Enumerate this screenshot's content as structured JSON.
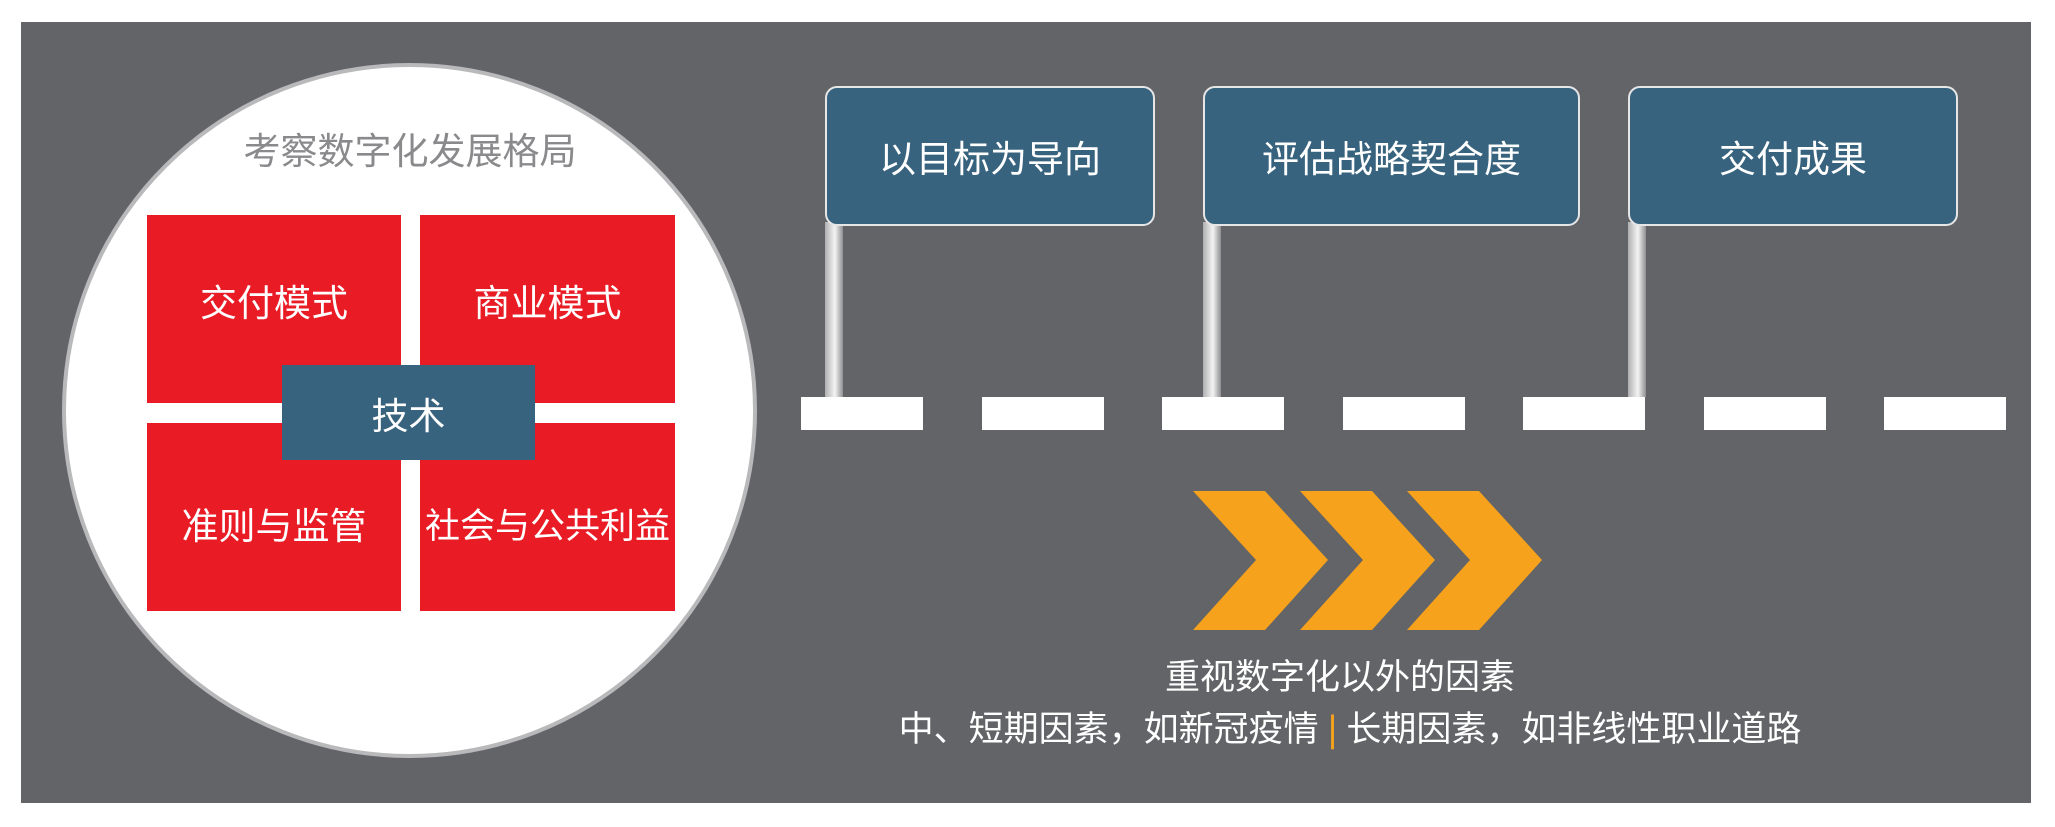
{
  "left": {
    "title": "考察数字化发展格局",
    "quadrants": [
      "交付模式",
      "商业模式",
      "准则与监管",
      "社会与公共利益"
    ],
    "center": "技术"
  },
  "flags": [
    "以目标为导向",
    "评估战略契合度",
    "交付成果"
  ],
  "factors": {
    "title": "重视数字化以外的因素",
    "short_term": "中、短期因素，如新冠疫情",
    "separator": "|",
    "long_term": "长期因素，如非线性职业道路"
  },
  "colors": {
    "background": "#636467",
    "red": "#e91b25",
    "blue": "#38637e",
    "arrow": "#f6a21d"
  },
  "icons": [
    "chevron-arrows-icon"
  ]
}
